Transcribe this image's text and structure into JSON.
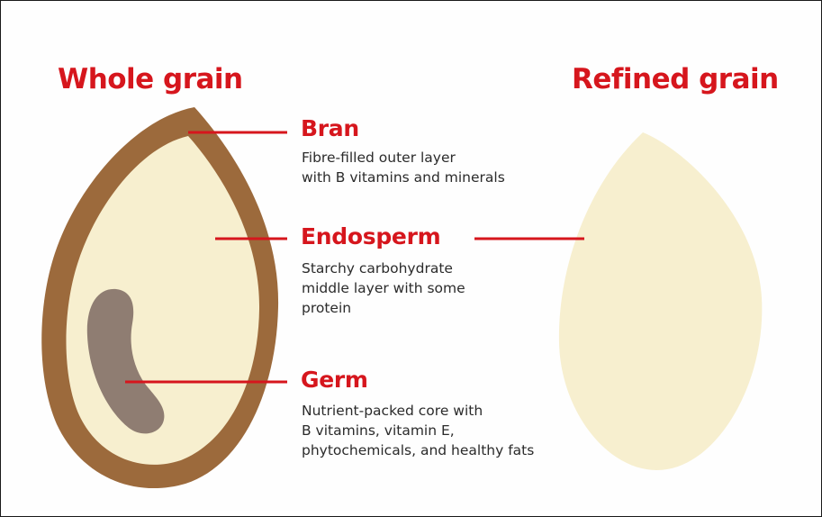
{
  "titles": {
    "whole": "Whole grain",
    "refined": "Refined grain"
  },
  "parts": {
    "bran": {
      "name": "Bran",
      "lines": [
        "Fibre-filled outer layer",
        "with B vitamins and minerals"
      ]
    },
    "endosperm": {
      "name": "Endosperm",
      "lines": [
        "Starchy carbohydrate",
        "middle layer with some",
        "protein"
      ]
    },
    "germ": {
      "name": "Germ",
      "lines": [
        "Nutrient-packed core with",
        "B vitamins, vitamin E,",
        "phytochemicals, and healthy fats"
      ]
    }
  },
  "colors": {
    "accent": "#d6161d",
    "bran": "#9c6a3c",
    "endosperm": "#f7efcf",
    "germ": "#8f7d72",
    "text": "#2b2b2b"
  }
}
